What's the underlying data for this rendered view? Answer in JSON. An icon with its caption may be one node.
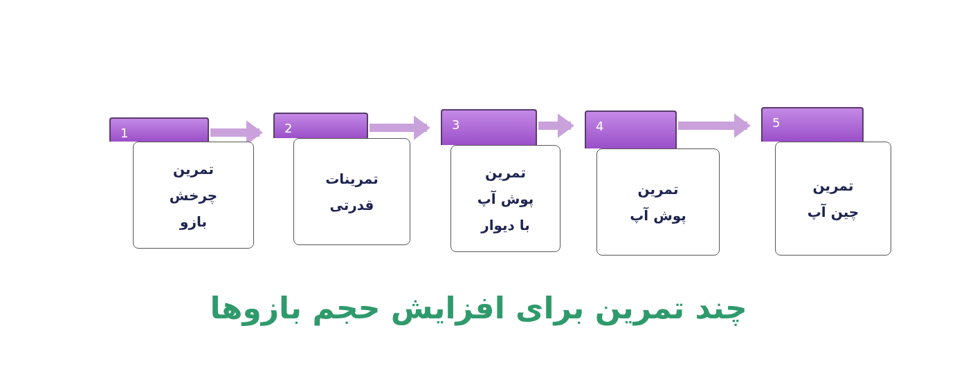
{
  "diagram": {
    "title": "چند تمرین برای افزایش حجم بازوها",
    "nodes": [
      {
        "text": [
          "1"
        ]
      },
      {
        "text": [
          "تمرین چرخش بازو"
        ]
      },
      {
        "text": [
          "2"
        ]
      },
      {
        "text": [
          "تمرینات قدرتی"
        ]
      },
      {
        "text": [
          "3"
        ]
      },
      {
        "text": [
          "تمرین پوش آپ با دیوار"
        ]
      },
      {
        "text": [
          "4"
        ]
      },
      {
        "text": [
          "تمرین پوش آپ"
        ]
      },
      {
        "text": [
          "5"
        ]
      },
      {
        "text": [
          "تمرین چین آپ"
        ]
      }
    ],
    "edges": [
      {
        "from": 0,
        "to": 2,
        "arrow": "to"
      },
      {
        "from": 2,
        "to": 4,
        "arrow": "to"
      },
      {
        "from": 4,
        "to": 6,
        "arrow": "to"
      },
      {
        "from": 6,
        "to": 8,
        "arrow": "to"
      }
    ]
  }
}
